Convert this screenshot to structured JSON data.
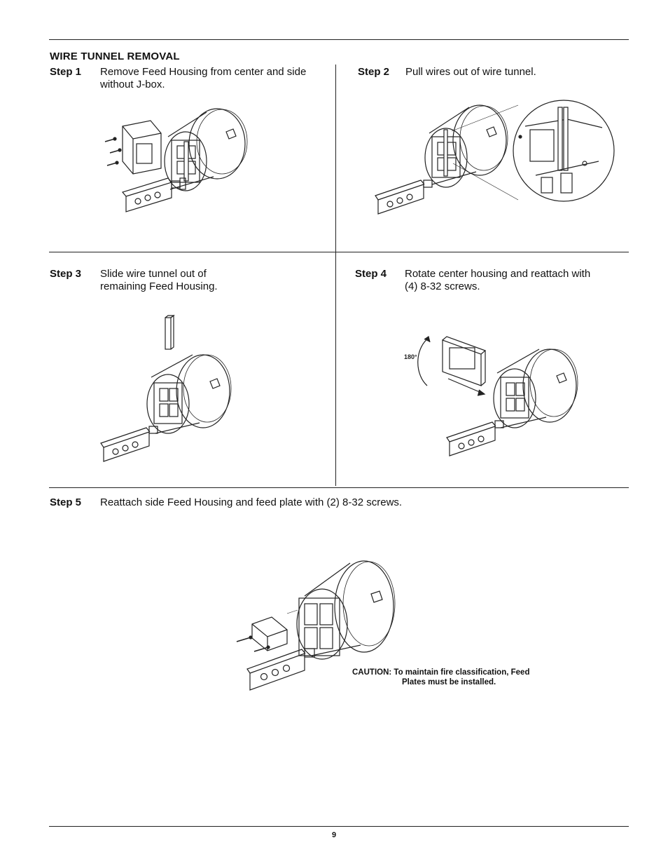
{
  "section_title": "WIRE TUNNEL REMOVAL",
  "steps": [
    {
      "label": "Step 1",
      "line1": "Remove Feed Housing from center and side",
      "line2": "without J-box."
    },
    {
      "label": "Step 2",
      "line1": "Pull wires out of wire tunnel.",
      "line2": ""
    },
    {
      "label": "Step 3",
      "line1": "Slide wire tunnel out of",
      "line2": "remaining Feed Housing."
    },
    {
      "label": "Step 4",
      "line1": "Rotate center housing and reattach with",
      "line2": "(4) 8-32 screws."
    },
    {
      "label": "Step 5",
      "line1": "Reattach side Feed Housing and feed plate with (2) 8-32 screws.",
      "line2": ""
    }
  ],
  "rotation_label": "180°",
  "caution": {
    "line1": "CAUTION:  To maintain fire classification, Feed",
    "line2": "Plates must be installed."
  },
  "page_number": "9"
}
